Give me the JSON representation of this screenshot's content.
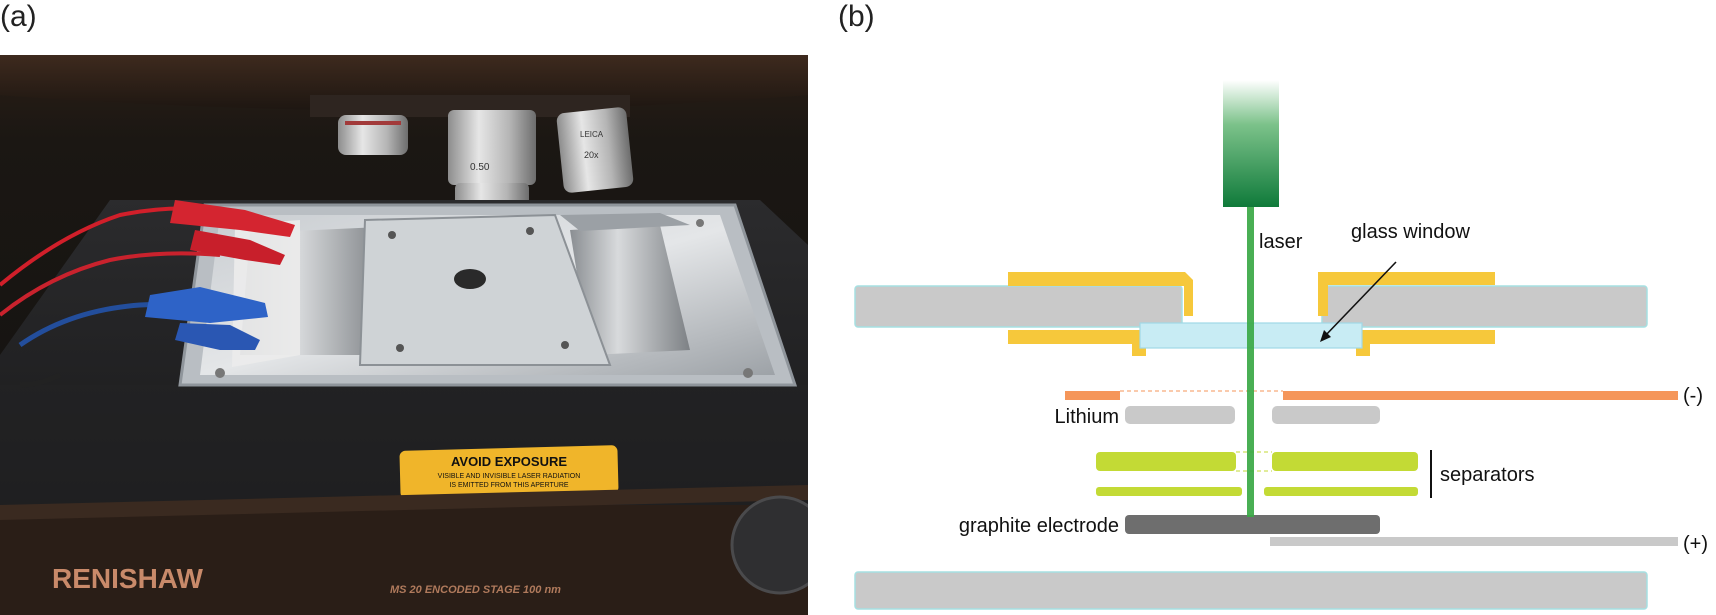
{
  "panels": {
    "a_label": "(a)",
    "b_label": "(b)"
  },
  "photo": {
    "warning_title": "AVOID EXPOSURE",
    "warning_line1": "VISIBLE AND INVISIBLE LASER RADIATION",
    "warning_line2": "IS EMITTED FROM THIS APERTURE",
    "brand": "RENISHAW",
    "stage_text": "MS 20 ENCODED STAGE 100 nm",
    "objective_text1": "LEICA",
    "objective_text2": "20x",
    "objective_text3": "0.50"
  },
  "diagram": {
    "laser": "laser",
    "glass_window": "glass window",
    "minus": "(-)",
    "lithium": "Lithium",
    "separators": "separators",
    "graphite_electrode": "graphite electrode",
    "plus": "(+)"
  },
  "colors": {
    "laser_green": "#3aa845",
    "gold": "#f6c83b",
    "glass": "#c8ecf4",
    "gray": "#c9c9c9",
    "dark_gray": "#6e6e6e",
    "orange": "#f5965a",
    "separator_green": "#c3da35"
  }
}
